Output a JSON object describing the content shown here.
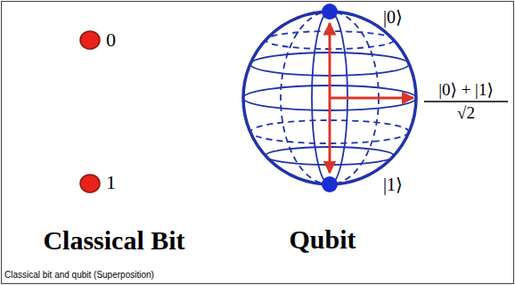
{
  "diagram": {
    "caption": "Classical bit and qubit (Superposition)",
    "labels": [
      "0",
      "1",
      "Classical Bit",
      "Qubit",
      "|0⟩",
      "|0⟩ + |1⟩",
      "√2",
      "|1⟩"
    ]
  }
}
